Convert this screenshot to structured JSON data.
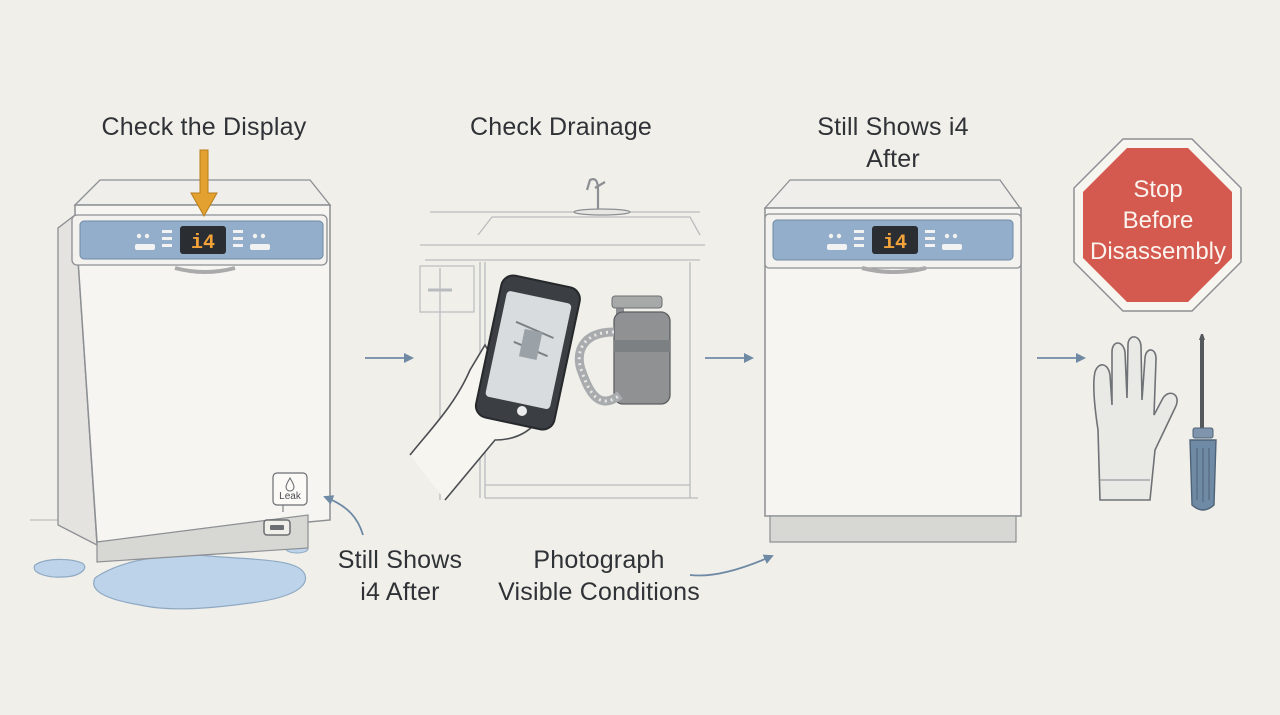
{
  "steps": [
    {
      "title": "Check the Display"
    },
    {
      "title": "Check Drainage"
    },
    {
      "title": "Still Shows i4",
      "title_line2": "After"
    }
  ],
  "display_code": "i4",
  "leak_label": "Leak",
  "callouts": {
    "still_shows": {
      "line1": "Still Shows",
      "line2": "i4 After"
    },
    "photograph": {
      "line1": "Photograph",
      "line2": "Visible Conditions"
    }
  },
  "stop_sign": {
    "line1": "Stop",
    "line2": "Before",
    "line3": "Disassembly"
  },
  "colors": {
    "background": "#f1efe9",
    "panel": "#93aecb",
    "display_digits": "#f2a23a",
    "highlight_arrow": "#e3a12f",
    "stop_sign": "#d45a4f",
    "water": "#bcd3ea",
    "arrow": "#6f8aa5"
  },
  "icons": [
    "dishwasher-icon",
    "smartphone-icon",
    "sink-icon",
    "stop-sign-icon",
    "glove-icon",
    "screwdriver-icon"
  ]
}
